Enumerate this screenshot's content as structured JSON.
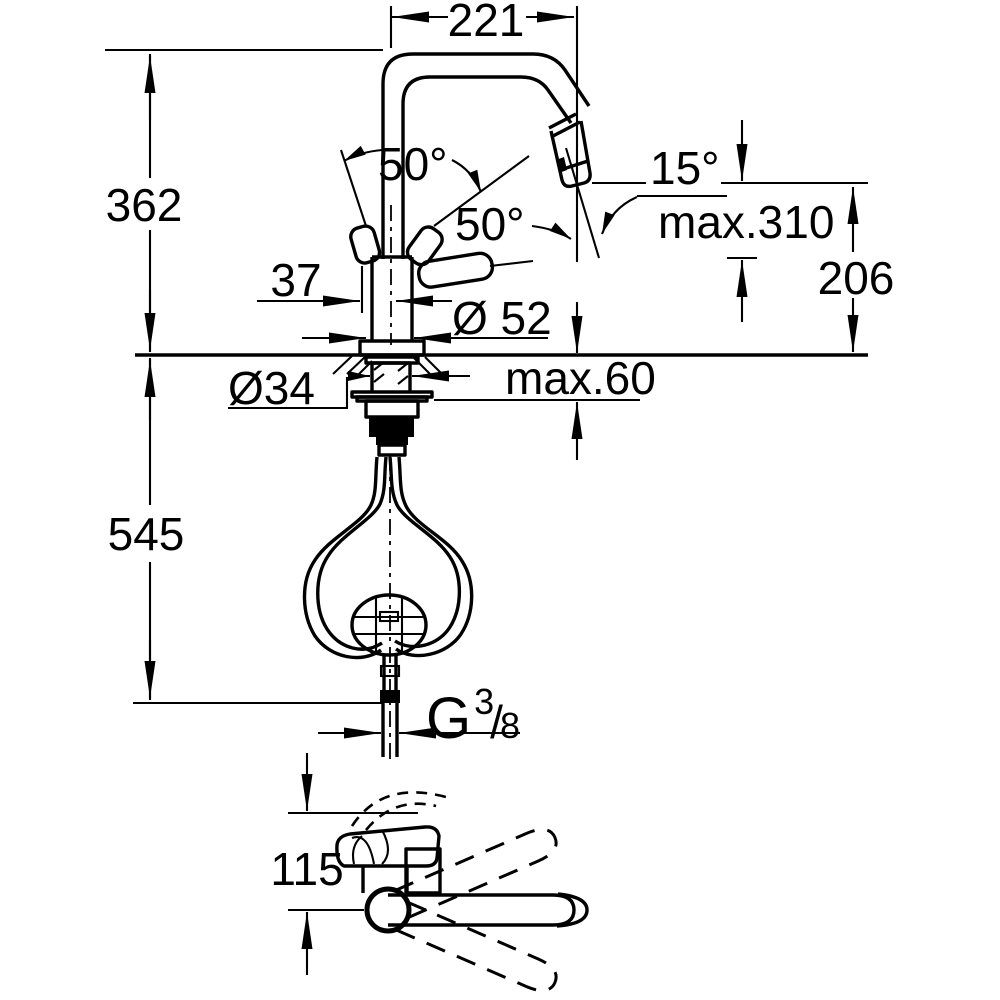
{
  "colors": {
    "ink": "#000000",
    "background": "#ffffff"
  },
  "dimensions": {
    "spout_reach": "221",
    "height_above_deck": "362",
    "handle_swing_angle": "50°",
    "spout_swivel_angle": "50°",
    "spray_head_angle": "15°",
    "pullout_height": "max.310",
    "outlet_height": "206",
    "handle_offset": "37",
    "body_diameter": "Ø 52",
    "hole_diameter": "Ø34",
    "max_deck_thickness": "max.60",
    "hose_length_below_deck": "545",
    "front_view_height": "115",
    "supply_connection": {
      "letter": "G",
      "numerator": "3",
      "slash": "/",
      "denominator": "8"
    }
  }
}
